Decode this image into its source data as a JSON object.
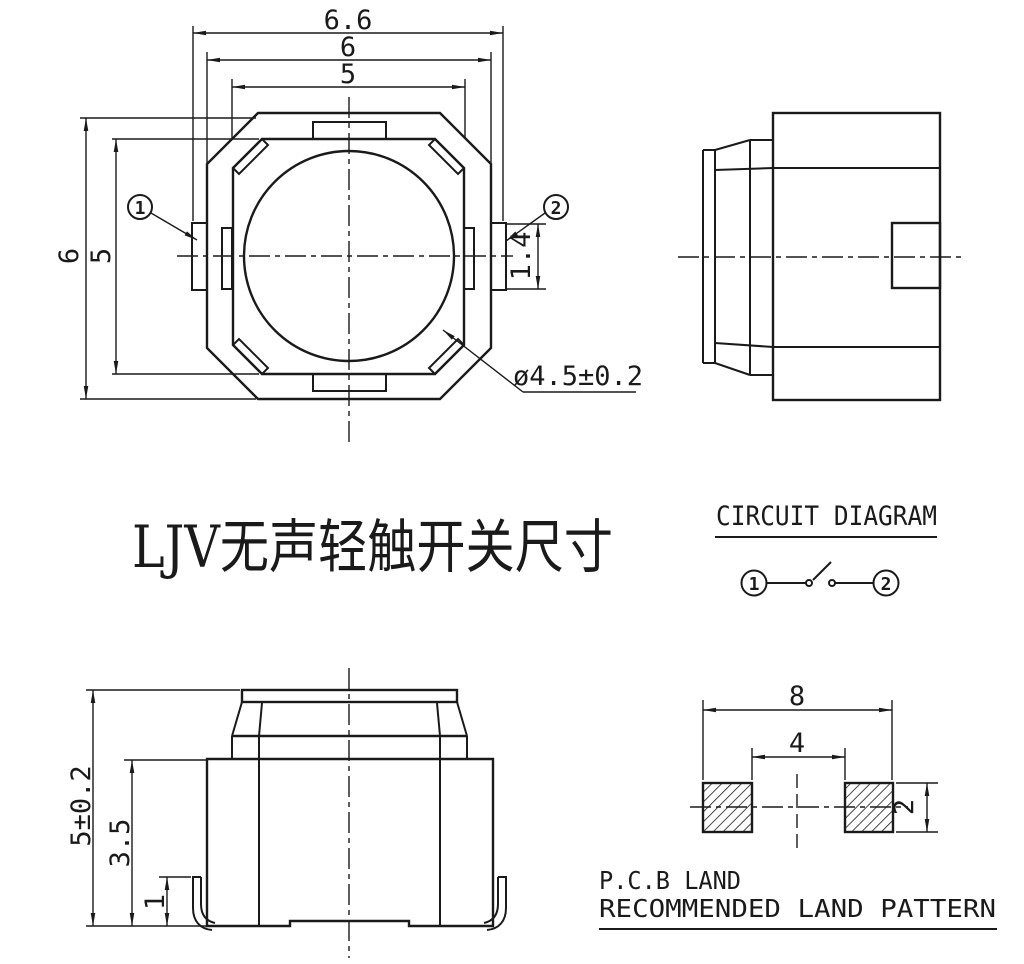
{
  "title": {
    "text": "LJV无声轻触开关尺寸",
    "color": "#d8b88c"
  },
  "top_view": {
    "dim_width_overall": "6.6",
    "dim_width_body": "6",
    "dim_width_frame": "5",
    "dim_height_body": "6",
    "dim_height_frame": "5",
    "dim_terminal_width": "1.4",
    "dim_button_diameter": "ø4.5±0.2",
    "terminal_1": "1",
    "terminal_2": "2"
  },
  "circuit_diagram": {
    "heading": "CIRCUIT DIAGRAM",
    "terminal_1": "1",
    "terminal_2": "2"
  },
  "front_view": {
    "dim_height_overall": "5±0.2",
    "dim_height_body": "3.5",
    "dim_terminal_height": "1"
  },
  "pcb_land": {
    "dim_pad_span_outer": "8",
    "dim_pad_gap_inner": "4",
    "dim_pad_height": "2",
    "caption_line1": "P.C.B LAND",
    "caption_line2": "RECOMMENDED LAND PATTERN"
  },
  "colors": {
    "line": "#1a1a1a",
    "title_text": "#d8b88c",
    "background": "#ffffff"
  }
}
